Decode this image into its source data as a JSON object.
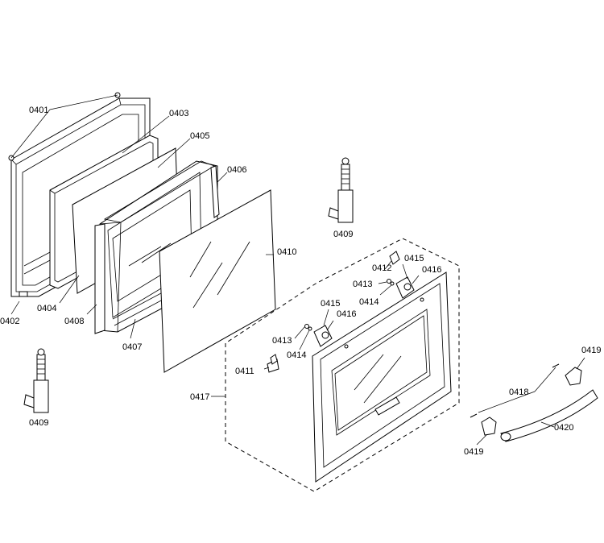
{
  "labels": {
    "p0401": "0401",
    "p0402": "0402",
    "p0403": "0403",
    "p0404": "0404",
    "p0405": "0405",
    "p0406": "0406",
    "p0407": "0407",
    "p0408": "0408",
    "p0409a": "0409",
    "p0409b": "0409",
    "p0410": "0410",
    "p0411": "0411",
    "p0412": "0412",
    "p0413a": "0413",
    "p0413b": "0413",
    "p0414a": "0414",
    "p0414b": "0414",
    "p0415a": "0415",
    "p0415b": "0415",
    "p0416a": "0416",
    "p0416b": "0416",
    "p0417": "0417",
    "p0418": "0418",
    "p0419a": "0419",
    "p0419b": "0419",
    "p0420": "0420"
  }
}
